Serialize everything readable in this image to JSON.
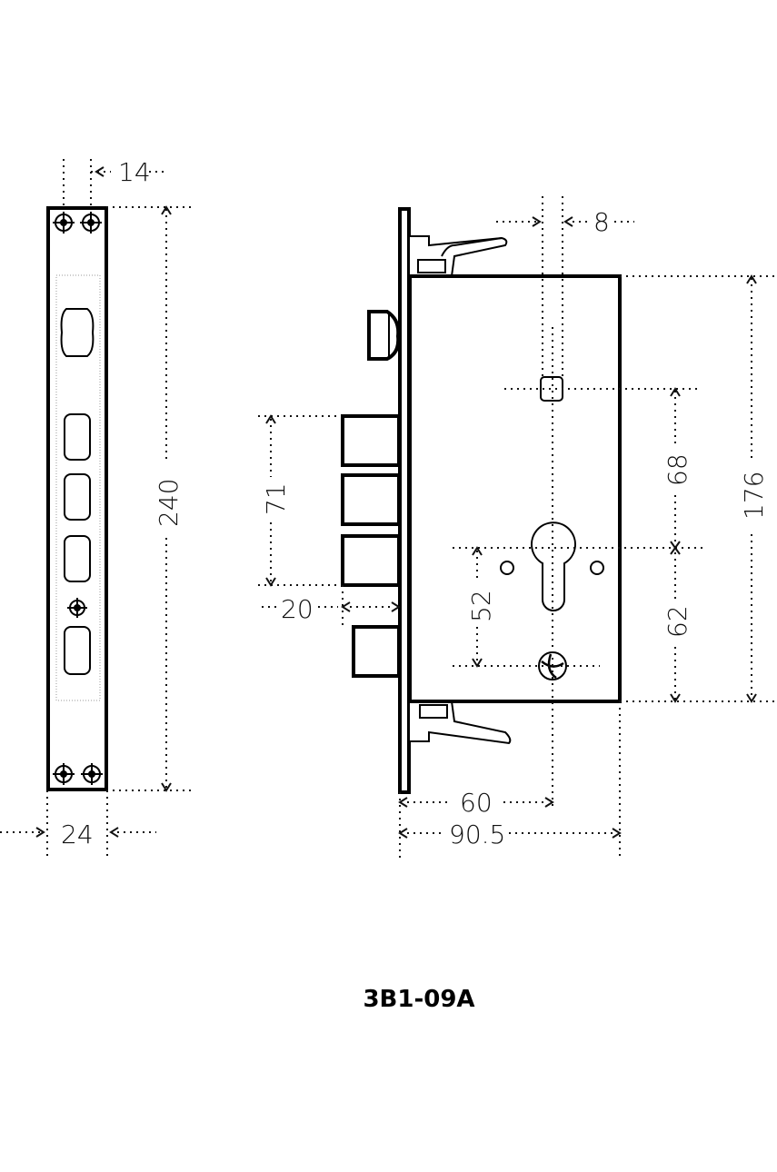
{
  "title": "3B1-09A",
  "dimensions": {
    "faceplate_hole_spacing": "14",
    "faceplate_height": "240",
    "faceplate_width": "24",
    "spindle_size": "8",
    "case_height": "176",
    "bolt_span": "71",
    "bolt_throw": "20",
    "spindle_to_cylinder": "68",
    "cylinder_to_lower": "62",
    "cylinder_to_screw": "52",
    "backset": "60",
    "overall_depth": "90.5"
  }
}
